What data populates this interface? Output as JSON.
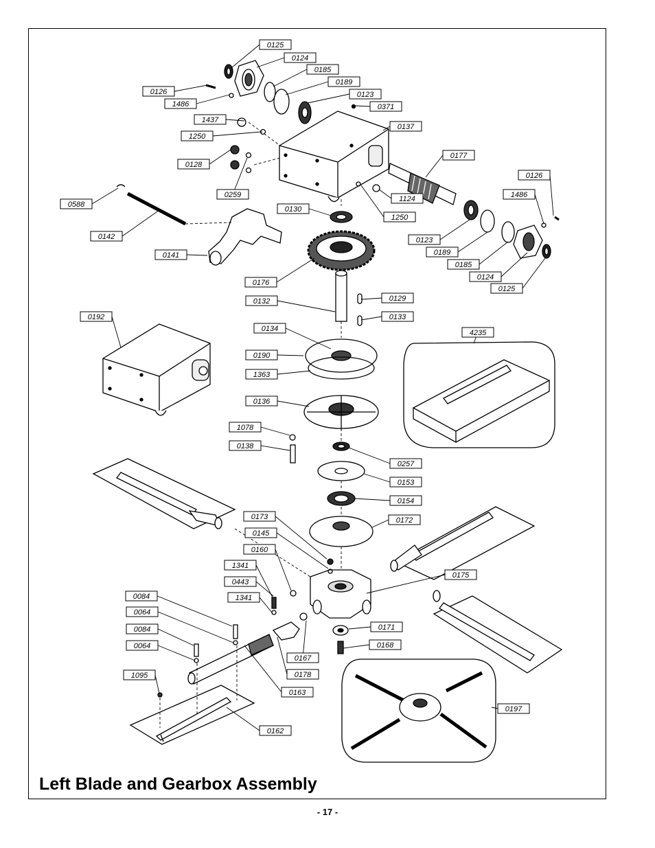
{
  "title": "Left Blade and Gearbox Assembly",
  "page_number": "- 17 -",
  "labels": [
    {
      "id": "l0125a",
      "text": "0125"
    },
    {
      "id": "l0124a",
      "text": "0124"
    },
    {
      "id": "l0185a",
      "text": "0185"
    },
    {
      "id": "l0189a",
      "text": "0189"
    },
    {
      "id": "l0123a",
      "text": "0123"
    },
    {
      "id": "l0371",
      "text": "0371"
    },
    {
      "id": "l0126a",
      "text": "0126"
    },
    {
      "id": "l1486a",
      "text": "1486"
    },
    {
      "id": "l1437",
      "text": "1437"
    },
    {
      "id": "l1250a",
      "text": "1250"
    },
    {
      "id": "l0137",
      "text": "0137"
    },
    {
      "id": "l0128",
      "text": "0128"
    },
    {
      "id": "l0259",
      "text": "0259"
    },
    {
      "id": "l0177",
      "text": "0177"
    },
    {
      "id": "l0126b",
      "text": "0126"
    },
    {
      "id": "l0588",
      "text": "0588"
    },
    {
      "id": "l1124",
      "text": "1124"
    },
    {
      "id": "l1486b",
      "text": "1486"
    },
    {
      "id": "l0130",
      "text": "0130"
    },
    {
      "id": "l1250b",
      "text": "1250"
    },
    {
      "id": "l0142",
      "text": "0142"
    },
    {
      "id": "l0123b",
      "text": "0123"
    },
    {
      "id": "l0189b",
      "text": "0189"
    },
    {
      "id": "l0141",
      "text": "0141"
    },
    {
      "id": "l0185b",
      "text": "0185"
    },
    {
      "id": "l0124b",
      "text": "0124"
    },
    {
      "id": "l0176",
      "text": "0176"
    },
    {
      "id": "l0125b",
      "text": "0125"
    },
    {
      "id": "l0132",
      "text": "0132"
    },
    {
      "id": "l0129",
      "text": "0129"
    },
    {
      "id": "l0192",
      "text": "0192"
    },
    {
      "id": "l0133",
      "text": "0133"
    },
    {
      "id": "l0134",
      "text": "0134"
    },
    {
      "id": "l4235",
      "text": "4235"
    },
    {
      "id": "l0190",
      "text": "0190"
    },
    {
      "id": "l1363",
      "text": "1363"
    },
    {
      "id": "l0136",
      "text": "0136"
    },
    {
      "id": "l1078",
      "text": "1078"
    },
    {
      "id": "l0138",
      "text": "0138"
    },
    {
      "id": "l0257",
      "text": "0257"
    },
    {
      "id": "l0153",
      "text": "0153"
    },
    {
      "id": "l0154",
      "text": "0154"
    },
    {
      "id": "l0173",
      "text": "0173"
    },
    {
      "id": "l0172",
      "text": "0172"
    },
    {
      "id": "l0145",
      "text": "0145"
    },
    {
      "id": "l0160",
      "text": "0160"
    },
    {
      "id": "l0175",
      "text": "0175"
    },
    {
      "id": "l1341a",
      "text": "1341"
    },
    {
      "id": "l0443",
      "text": "0443"
    },
    {
      "id": "l1341b",
      "text": "1341"
    },
    {
      "id": "l0084a",
      "text": "0084"
    },
    {
      "id": "l0064a",
      "text": "0064"
    },
    {
      "id": "l0171",
      "text": "0171"
    },
    {
      "id": "l0084b",
      "text": "0084"
    },
    {
      "id": "l0168",
      "text": "0168"
    },
    {
      "id": "l0064b",
      "text": "0064"
    },
    {
      "id": "l0167",
      "text": "0167"
    },
    {
      "id": "l0178",
      "text": "0178"
    },
    {
      "id": "l1095",
      "text": "1095"
    },
    {
      "id": "l0163",
      "text": "0163"
    },
    {
      "id": "l0197",
      "text": "0197"
    },
    {
      "id": "l0162",
      "text": "0162"
    }
  ]
}
